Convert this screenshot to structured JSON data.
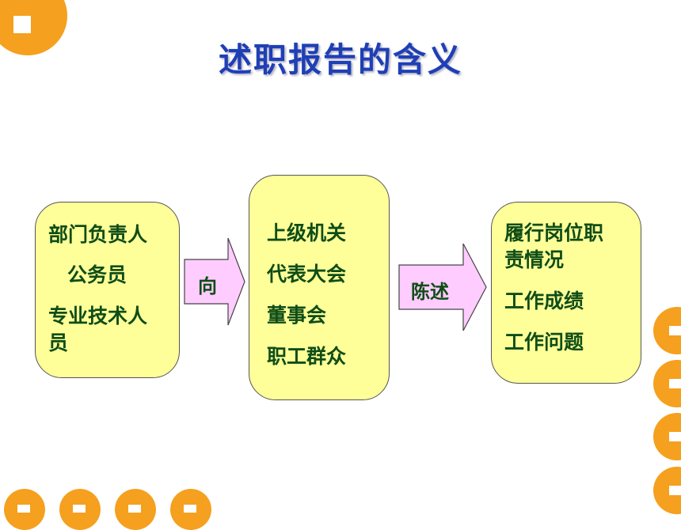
{
  "title": "述职报告的含义",
  "colors": {
    "accent": "#f5a01e",
    "title": "#1f3fb5",
    "box_fill": "#ffff99",
    "arrow_fill": "#ffccff",
    "text": "#0f4d16"
  },
  "diagram": {
    "left_box": {
      "lines": [
        "部门负责人",
        "公务员",
        "专业技术人",
        "员"
      ]
    },
    "arrow_1": {
      "label": "向"
    },
    "middle_box": {
      "lines": [
        "上级机关",
        "代表大会",
        "董事会",
        "职工群众"
      ]
    },
    "arrow_2": {
      "label": "陈述"
    },
    "right_box": {
      "lines": [
        "履行岗位职",
        "责情况",
        "工作成绩",
        "工作问题"
      ]
    }
  }
}
